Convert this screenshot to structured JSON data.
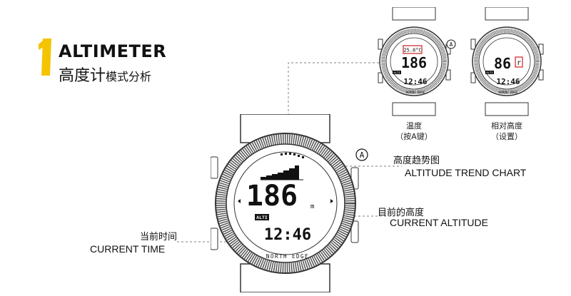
{
  "title": {
    "number": "1",
    "en": "ALTIMETER",
    "cn_main": "高度计",
    "cn_sub": "模式分析"
  },
  "main_watch": {
    "altitude": "186",
    "unit": "m",
    "mode_badge": "ALTI",
    "time": "12:46",
    "brand": "NORTH EDGE",
    "button_marker": "A"
  },
  "labels": {
    "trend": {
      "cn": "高度趋势图",
      "en": "ALTITUDE TREND CHART"
    },
    "altitude": {
      "cn": "目前的高度",
      "en": "CURRENT ALTITUDE"
    },
    "time": {
      "cn": "当前时间",
      "en": "CURRENT TIME"
    }
  },
  "small_watch_left": {
    "temperature": "25.8°C",
    "altitude": "186",
    "mode_badge": "ALTI",
    "time": "12:46",
    "brand": "NORTH EDGE",
    "button_marker": "A",
    "caption_cn": "温度",
    "caption_sub": "（按A键）"
  },
  "small_watch_right": {
    "altitude": "86",
    "relative_badge": "r",
    "mode_badge": "ALTI",
    "time": "12:46",
    "brand": "NORTH EDGE",
    "caption_cn": "相对高度",
    "caption_sub": "（设置）"
  },
  "colors": {
    "accent_yellow": "#F5C400",
    "highlight_red": "#D22020",
    "line_gray": "#999999"
  }
}
